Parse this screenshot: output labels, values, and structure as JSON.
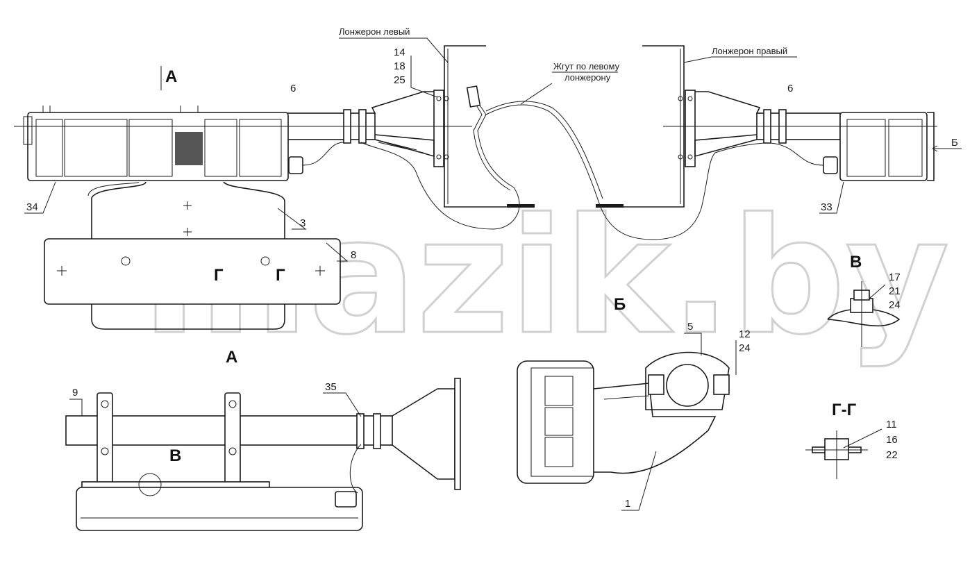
{
  "labels": {
    "spar_left": "Лонжерон левый",
    "spar_right": "Лонжерон правый",
    "harness": "Жгут по левому",
    "harness2": "лонжерону",
    "p14": "14",
    "p18": "18",
    "p25": "25",
    "p6a": "6",
    "p6b": "6",
    "p34": "34",
    "p33": "33",
    "p3": "3",
    "p8": "8",
    "p9": "9",
    "p35": "35",
    "p5": "5",
    "p12": "12",
    "p24a": "24",
    "p1": "1",
    "p17": "17",
    "p21": "21",
    "p24b": "24",
    "p11": "11",
    "p16": "16",
    "p22": "22"
  },
  "views": {
    "a_top": "А",
    "a_title": "А",
    "b_arrow": "Б",
    "b_title": "Б",
    "v_title": "В",
    "v_mark": "В",
    "gg_title": "Г-Г",
    "g1": "Г",
    "g2": "Г"
  },
  "watermark": "mazik.by"
}
